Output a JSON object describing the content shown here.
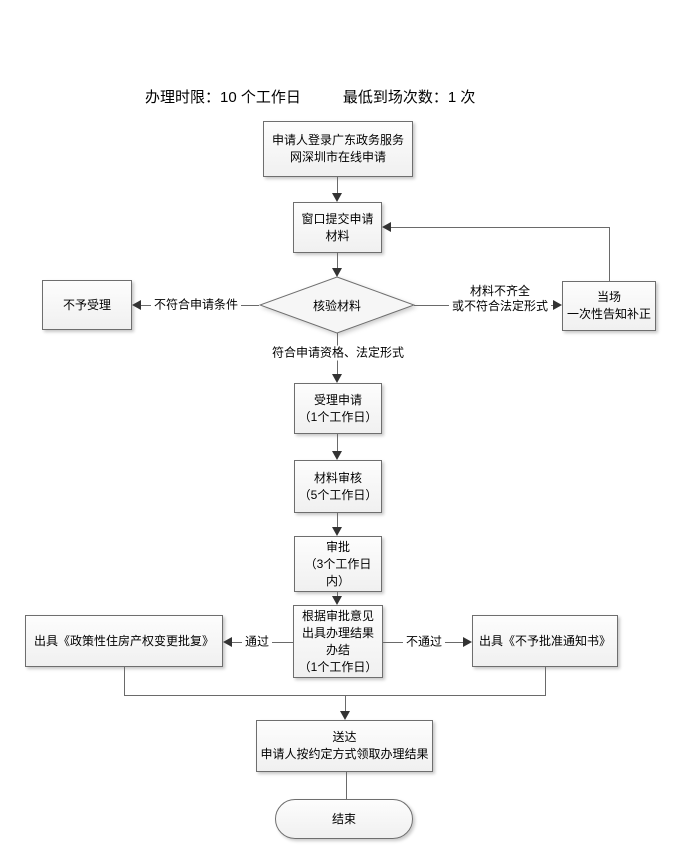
{
  "header": {
    "processing_time": "办理时限：10 个工作日",
    "min_visits": "最低到场次数：1 次"
  },
  "nodes": {
    "online_apply": {
      "l1": "申请人登录广东政务服务",
      "l2": "网深圳市在线申请"
    },
    "window_submit": {
      "l1": "窗口提交申请",
      "l2": "材料"
    },
    "verify": {
      "l1": "核验材料"
    },
    "reject": {
      "l1": "不予受理"
    },
    "onsite_notice": {
      "l1": "当场",
      "l2": "一次性告知补正"
    },
    "accept": {
      "l1": "受理申请",
      "l2": "（1个工作日）"
    },
    "review": {
      "l1": "材料审核",
      "l2": "（5个工作日）"
    },
    "approve": {
      "l1": "审批",
      "l2": "（3个工作日",
      "l3": "内）"
    },
    "result": {
      "l1": "根据审批意见",
      "l2": "出具办理结果",
      "l3": "办结",
      "l4": "（1个工作日）"
    },
    "approval_doc": {
      "l1": "出具《政策性住房产权变更批复》"
    },
    "denial_doc": {
      "l1": "出具《不予批准通知书》"
    },
    "deliver": {
      "l1": "送达",
      "l2": "申请人按约定方式领取办理结果"
    },
    "end": {
      "l1": "结束"
    }
  },
  "edge_labels": {
    "fail_condition": "不符合申请条件",
    "incomplete_l1": "材料不齐全",
    "incomplete_l2": "或不符合法定形式",
    "qualified": "符合申请资格、法定形式",
    "pass": "通过",
    "no_pass": "不通过"
  },
  "colors": {
    "background": "#ffffff",
    "box_fill_top": "#fdfdfd",
    "box_fill_bottom": "#f0f0f0",
    "box_border": "#6e6e6e",
    "connector": "#6a6a6a",
    "arrowhead": "#333333",
    "text": "#000000"
  }
}
